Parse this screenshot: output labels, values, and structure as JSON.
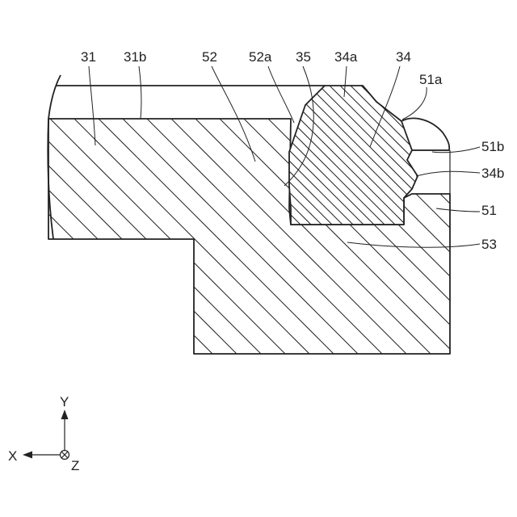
{
  "figure": {
    "labels": {
      "l31": "31",
      "l31b": "31b",
      "l52": "52",
      "l52a": "52a",
      "l35": "35",
      "l34a": "34a",
      "l34": "34",
      "l51a": "51a",
      "l51b": "51b",
      "l34b": "34b",
      "l51": "51",
      "l53": "53"
    },
    "axes": {
      "y": "Y",
      "x": "X",
      "z": "Z"
    }
  }
}
